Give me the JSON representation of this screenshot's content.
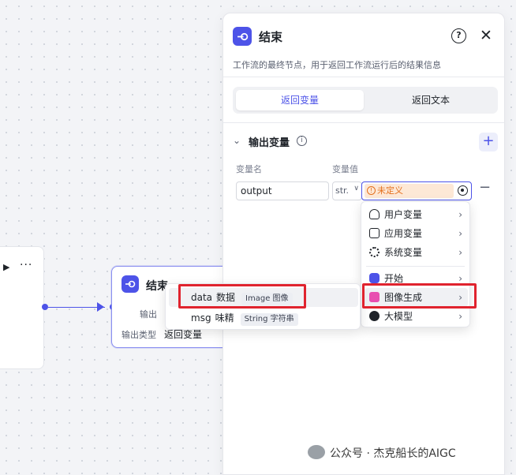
{
  "canvas": {
    "end_node": {
      "title": "结束",
      "output_label": "输出",
      "output_type_label": "输出类型",
      "output_type_value": "返回变量"
    }
  },
  "panel": {
    "title": "结束",
    "description": "工作流的最终节点，用于返回工作流运行后的结果信息",
    "tabs": [
      {
        "label": "返回变量",
        "active": true
      },
      {
        "label": "返回文本",
        "active": false
      }
    ],
    "section_title": "输出变量",
    "columns": {
      "name": "变量名",
      "value": "变量值"
    },
    "row": {
      "name_value": "output",
      "type_value": "str.",
      "value_status": "未定义"
    }
  },
  "menu": {
    "items": [
      {
        "label": "用户变量",
        "icon": "person-icon"
      },
      {
        "label": "应用变量",
        "icon": "folder-icon"
      },
      {
        "label": "系统变量",
        "icon": "gear-icon"
      },
      {
        "label": "开始",
        "icon": "start-node-icon"
      },
      {
        "label": "图像生成",
        "icon": "image-generation-icon",
        "highlighted": true
      },
      {
        "label": "大模型",
        "icon": "llm-icon"
      }
    ]
  },
  "submenu": {
    "items": [
      {
        "name": "data",
        "desc": "数据",
        "type": "Image 图像",
        "highlighted": true
      },
      {
        "name": "msg",
        "desc": "味精",
        "type": "String 字符串"
      }
    ]
  },
  "watermark": "公众号 · 杰克船长的AIGC",
  "colors": {
    "accent": "#4d53e8",
    "annotation": "#e0232e",
    "warning": "#e4701e"
  }
}
